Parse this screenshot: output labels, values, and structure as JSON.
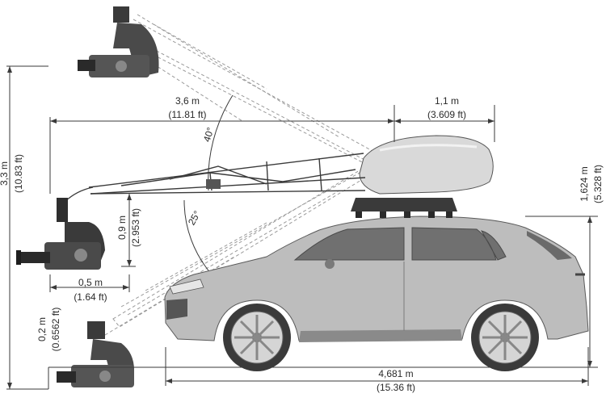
{
  "dimensions": {
    "height_total": {
      "metric": "3,3 m",
      "imperial": "(10.83 ft)"
    },
    "arm_length": {
      "metric": "3,6 m",
      "imperial": "(11.81 ft)"
    },
    "rear_extension": {
      "metric": "1,1 m",
      "imperial": "(3.609 ft)"
    },
    "car_height": {
      "metric": "1,624 m",
      "imperial": "(5.328 ft)"
    },
    "head_drop": {
      "metric": "0,9 m",
      "imperial": "(2.953 ft)"
    },
    "head_offset": {
      "metric": "0,5 m",
      "imperial": "(1.64 ft)"
    },
    "ground_clearance": {
      "metric": "0,2 m",
      "imperial": "(0.6562 ft)"
    },
    "car_length": {
      "metric": "4,681 m",
      "imperial": "(15.36 ft)"
    }
  },
  "angles": {
    "up": "40°",
    "down": "25°"
  },
  "colors": {
    "line": "#3a3a3a",
    "dashed": "#8a8a8a",
    "car_body": "#b8b8b8",
    "car_dark": "#6e6e6e",
    "pod": "#d8d8d8",
    "head": "#2e2e2e"
  }
}
